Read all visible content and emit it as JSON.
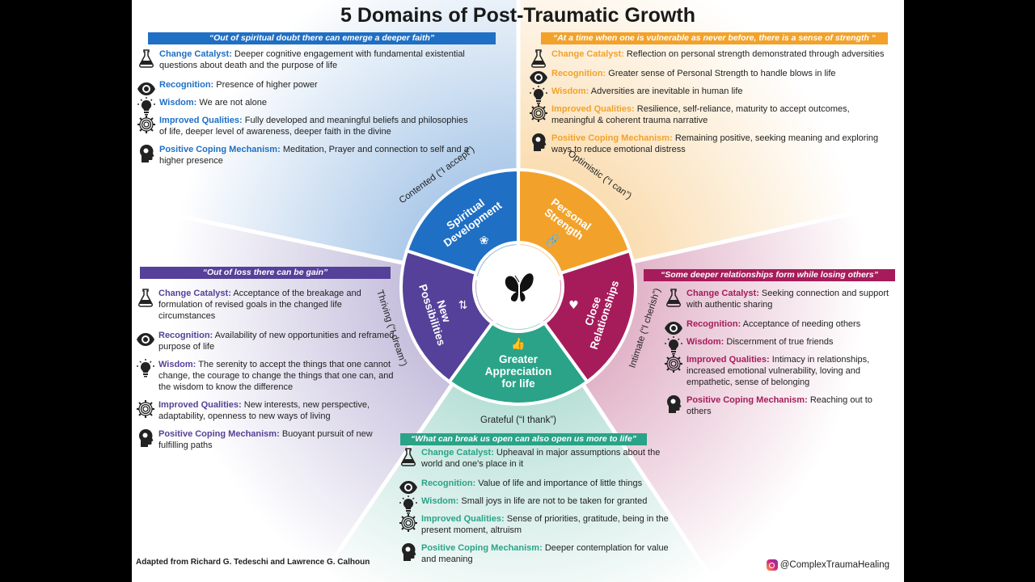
{
  "title": "5 Domains of Post-Traumatic Growth",
  "colors": {
    "spiritual": "#1f6fc4",
    "strength": "#f2a22a",
    "relationships": "#a61c5b",
    "appreciation": "#2aa388",
    "possibilities": "#554199"
  },
  "domains": {
    "spiritual": {
      "name_lines": [
        "Spiritual",
        "Development"
      ],
      "state": "Contented (“I accept”)",
      "icon": "lotus-icon",
      "banner": "“Out of spiritual doubt there can emerge a deeper faith”",
      "items": [
        {
          "label": "Change Catalyst:",
          "text": "Deeper cognitive engagement with fundamental existential questions about death and the purpose of life"
        },
        {
          "label": "Recognition:",
          "text": "Presence of higher power"
        },
        {
          "label": "Wisdom:",
          "text": "We are not alone"
        },
        {
          "label": "Improved Qualities:",
          "text": "Fully developed and meaningful beliefs and philosophies of life, deeper level of awareness, deeper faith in the divine"
        },
        {
          "label": "Positive Coping Mechanism:",
          "text": "Meditation, Prayer and connection to self and a higher presence"
        }
      ]
    },
    "strength": {
      "name_lines": [
        "Personal",
        "Strength"
      ],
      "state": "Optimistic (“I can”)",
      "icon": "chain-link-icon",
      "banner": "“At a time when one is vulnerable as never before, there is a sense of strength “",
      "items": [
        {
          "label": "Change Catalyst:",
          "text": "Reflection on personal strength demonstrated through adversities"
        },
        {
          "label": "Recognition:",
          "text": "Greater sense of Personal Strength to handle blows in life"
        },
        {
          "label": "Wisdom:",
          "text": "Adversities are inevitable in human life"
        },
        {
          "label": "Improved Qualities:",
          "text": "Resilience, self-reliance, maturity to accept outcomes, meaningful & coherent trauma narrative"
        },
        {
          "label": "Positive Coping Mechanism:",
          "text": "Remaining positive, seeking meaning and exploring ways to reduce emotional distress"
        }
      ]
    },
    "relationships": {
      "name_lines": [
        "Close",
        "Relationships"
      ],
      "state": "Intimate (“I cherish”)",
      "icon": "heart-pulse-icon",
      "banner": "“Some deeper relationships form while losing others”",
      "items": [
        {
          "label": "Change Catalyst:",
          "text": "Seeking connection and support with authentic sharing"
        },
        {
          "label": "Recognition:",
          "text": "Acceptance of needing others"
        },
        {
          "label": "Wisdom:",
          "text": "Discernment of true friends"
        },
        {
          "label": "Improved Qualities:",
          "text": "Intimacy in relationships, increased emotional vulnerability, loving and empathetic, sense of belonging"
        },
        {
          "label": "Positive Coping Mechanism:",
          "text": "Reaching out to others"
        }
      ]
    },
    "appreciation": {
      "name_lines": [
        "Greater",
        "Appreciation",
        "for life"
      ],
      "state": "Grateful (“I thank”)",
      "icon": "thumbs-up-icon",
      "banner": "“What can break us open can also open us more to life”",
      "items": [
        {
          "label": "Change Catalyst:",
          "text": "Upheaval in major assumptions about the world and one's place in it"
        },
        {
          "label": "Recognition:",
          "text": "Value of life and importance of little things"
        },
        {
          "label": "Wisdom:",
          "text": "Small joys in life are not to be taken for granted"
        },
        {
          "label": "Improved Qualities:",
          "text": "Sense of priorities, gratitude, being in the present moment, altruism"
        },
        {
          "label": "Positive Coping Mechanism:",
          "text": "Deeper contemplation for value and meaning"
        }
      ]
    },
    "possibilities": {
      "name_lines": [
        "New",
        "Possibilities"
      ],
      "state": "Thriving (“I dream”)",
      "icon": "diverging-arrows-icon",
      "banner": "“Out of loss there can be gain”",
      "items": [
        {
          "label": "Change Catalyst:",
          "text": "Acceptance of the breakage and formulation of revised goals in the changed life circumstances"
        },
        {
          "label": "Recognition:",
          "text": "Availability of new opportunities and reframed purpose of life"
        },
        {
          "label": "Wisdom:",
          "text": "The serenity to accept the things that one cannot change, the courage to change the things that one can, and the wisdom to know the difference"
        },
        {
          "label": "Improved Qualities:",
          "text": "New interests, new perspective, adaptability, openness to new ways of living"
        },
        {
          "label": "Positive Coping Mechanism:",
          "text": "Buoyant pursuit of new fulfilling paths"
        }
      ]
    }
  },
  "row_icons": [
    "flask-icon",
    "eye-icon",
    "lightbulb-icon",
    "gear-sun-icon",
    "head-icon"
  ],
  "center_icon": "butterfly-icon",
  "footer": {
    "credit": "Adapted from Richard G. Tedeschi and Lawrence G. Calhoun",
    "handle": "@ComplexTraumaHealing"
  }
}
